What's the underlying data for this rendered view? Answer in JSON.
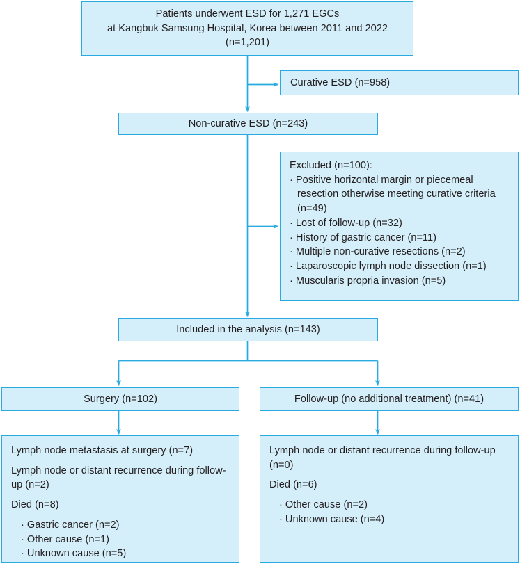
{
  "figure": {
    "type": "flowchart",
    "title": "Patient selection flow diagram for endoscopic submucosal dissection (ESD) cohort",
    "colors": {
      "box_fill": "#d5effa",
      "box_border": "#29abe2",
      "connector": "#29abe2",
      "text": "#231f20"
    }
  },
  "nodes": {
    "enrollment": {
      "line1": "Patients underwent ESD for 1,271 EGCs",
      "line2": "at Kangbuk Samsung Hospital, Korea between 2011 and 2022",
      "line3": "(n=1,201)",
      "text": "Patients underwent ESD for 1,271 EGCs\nat Kangbuk Samsung Hospital, Korea between 2011 and 2022\n(n=1,201)",
      "n": 1201
    },
    "curative": {
      "text": "Curative ESD (n=958)",
      "n": 958
    },
    "noncurative": {
      "text": "Non-curative ESD (n=243)",
      "n": 243
    },
    "excluded": {
      "heading": "Excluded (n=100):",
      "n": 100,
      "items": [
        "· Positive horizontal margin or piecemeal resection otherwise meeting curative criteria (n=49)",
        "· Lost of follow-up (n=32)",
        "· History of gastric cancer (n=11)",
        "· Multiple non-curative resections (n=2)",
        "· Laparoscopic lymph node dissection (n=1)",
        "· Muscularis propria invasion (n=5)"
      ]
    },
    "included": {
      "text": "Included in the analysis (n=143)",
      "n": 143
    },
    "surgery_arm": {
      "text": "Surgery (n=102)",
      "n": 102
    },
    "followup_arm": {
      "text": "Follow-up (no additional treatment) (n=41)",
      "n": 41
    },
    "surgery_outcomes": {
      "line1": "Lymph node metastasis at surgery (n=7)",
      "line2": "Lymph node or distant recurrence during follow-up (n=2)",
      "line3": "Died (n=8)",
      "sub_items": [
        "· Gastric cancer (n=2)",
        "· Other cause (n=1)",
        "· Unknown cause (n=5)"
      ]
    },
    "followup_outcomes": {
      "line1": "Lymph node or distant recurrence during follow-up (n=0)",
      "line2": "Died (n=6)",
      "sub_items": [
        "· Other cause (n=2)",
        "· Unknown cause (n=4)"
      ]
    }
  }
}
